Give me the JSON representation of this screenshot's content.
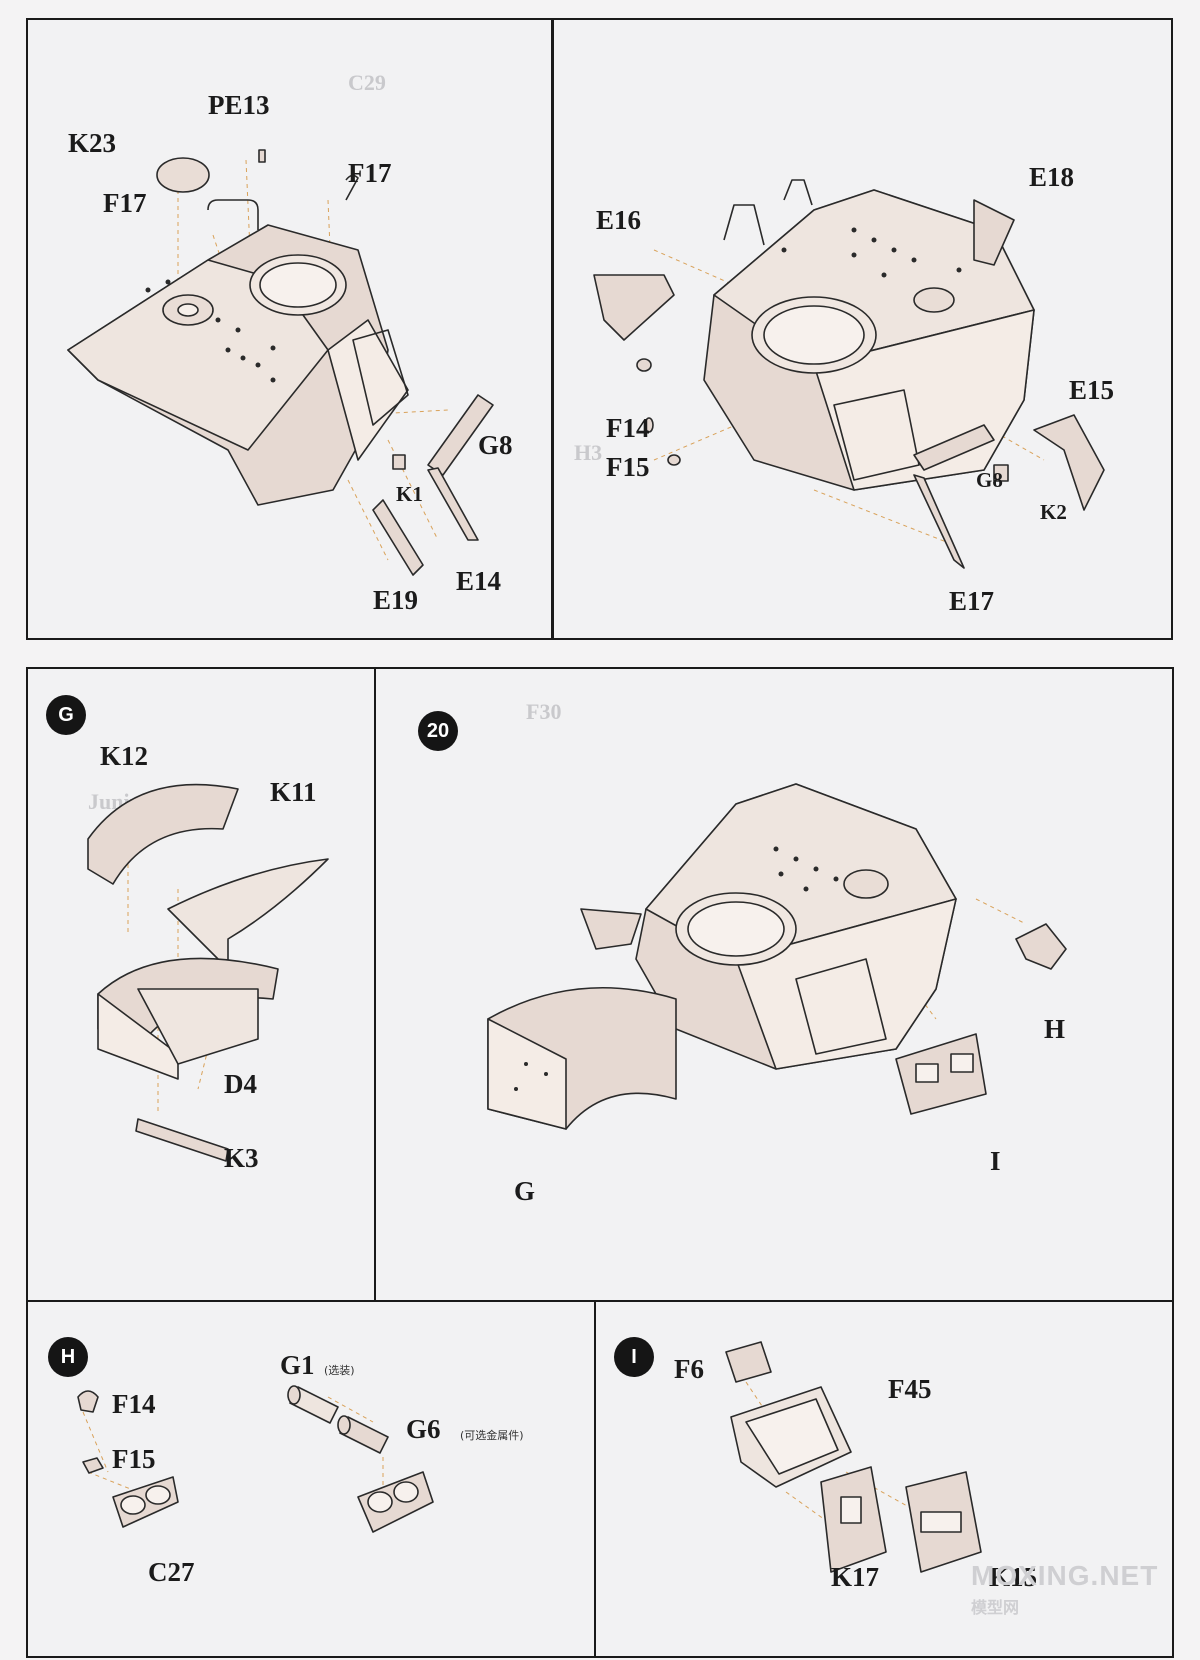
{
  "panels": {
    "top_left": {
      "labels": [
        "PE13",
        "K23",
        "F17",
        "F17",
        "G8",
        "K1",
        "E19",
        "E14"
      ]
    },
    "top_right": {
      "labels": [
        "E18",
        "E16",
        "E15",
        "F14",
        "F15",
        "G8",
        "K2",
        "E17"
      ]
    },
    "sub_g": {
      "badge": "G",
      "labels": [
        "K12",
        "K11",
        "D4",
        "K3"
      ]
    },
    "step_20": {
      "badge": "20",
      "labels": [
        "H",
        "I",
        "G"
      ]
    },
    "sub_h": {
      "badge": "H",
      "labels": [
        "F14",
        "F15",
        "C27",
        "G1",
        "G6"
      ],
      "notes": [
        "(选装)",
        "(可选金属件)"
      ]
    },
    "sub_i": {
      "badge": "I",
      "labels": [
        "F6",
        "F45",
        "K17",
        "K15"
      ]
    }
  },
  "watermark": {
    "brand": "MOXING.NET",
    "sub": "模型网"
  },
  "colors": {
    "line": "#2a2a2a",
    "part_fill": "#e6d9d2",
    "panel_bg": "#f2f2f3",
    "guide": "#d9a25a"
  }
}
